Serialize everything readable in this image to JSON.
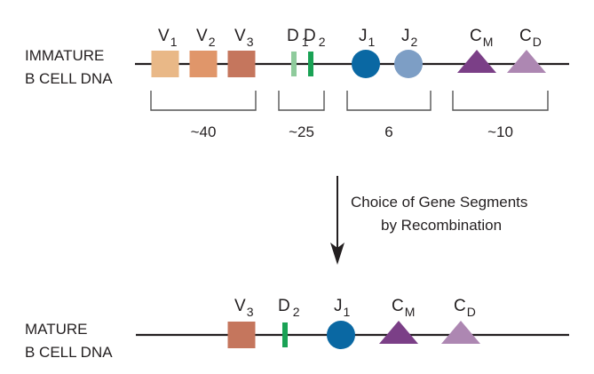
{
  "diagram": {
    "immature": {
      "label_line1": "IMMATURE",
      "label_line2": "B CELL DNA",
      "segments": [
        {
          "id": "V1",
          "base": "V",
          "sub": "1",
          "shape": "square",
          "color": "#e9b887"
        },
        {
          "id": "V2",
          "base": "V",
          "sub": "2",
          "shape": "square",
          "color": "#e0966a"
        },
        {
          "id": "V3",
          "base": "V",
          "sub": "3",
          "shape": "square",
          "color": "#c5765d"
        },
        {
          "id": "D1",
          "base": "D",
          "sub": "1",
          "shape": "bar",
          "color": "#8fcb9c"
        },
        {
          "id": "D2",
          "base": "D",
          "sub": "2",
          "shape": "bar",
          "color": "#1aa255"
        },
        {
          "id": "J1",
          "base": "J",
          "sub": "1",
          "shape": "circle",
          "color": "#0a68a3"
        },
        {
          "id": "J2",
          "base": "J",
          "sub": "2",
          "shape": "circle",
          "color": "#7d9ec5"
        },
        {
          "id": "CM",
          "base": "C",
          "sub": "M",
          "shape": "triangle",
          "color": "#7b3f87"
        },
        {
          "id": "CD",
          "base": "C",
          "sub": "D",
          "shape": "triangle",
          "color": "#ad87b2"
        }
      ],
      "groups": [
        {
          "name": "V",
          "count": "~40"
        },
        {
          "name": "D",
          "count": "~25"
        },
        {
          "name": "J",
          "count": "6"
        },
        {
          "name": "C",
          "count": "~10"
        }
      ]
    },
    "arrow": {
      "caption_line1": "Choice of Gene Segments",
      "caption_line2": "by Recombination"
    },
    "mature": {
      "label_line1": "MATURE",
      "label_line2": "B CELL DNA",
      "segments": [
        {
          "id": "V3",
          "base": "V",
          "sub": "3",
          "shape": "square",
          "color": "#c5765d"
        },
        {
          "id": "D2",
          "base": "D",
          "sub": "2",
          "shape": "bar",
          "color": "#1aa255"
        },
        {
          "id": "J1",
          "base": "J",
          "sub": "1",
          "shape": "circle",
          "color": "#0a68a3"
        },
        {
          "id": "CM",
          "base": "C",
          "sub": "M",
          "shape": "triangle",
          "color": "#7b3f87"
        },
        {
          "id": "CD",
          "base": "C",
          "sub": "D",
          "shape": "triangle",
          "color": "#ad87b2"
        }
      ]
    }
  }
}
